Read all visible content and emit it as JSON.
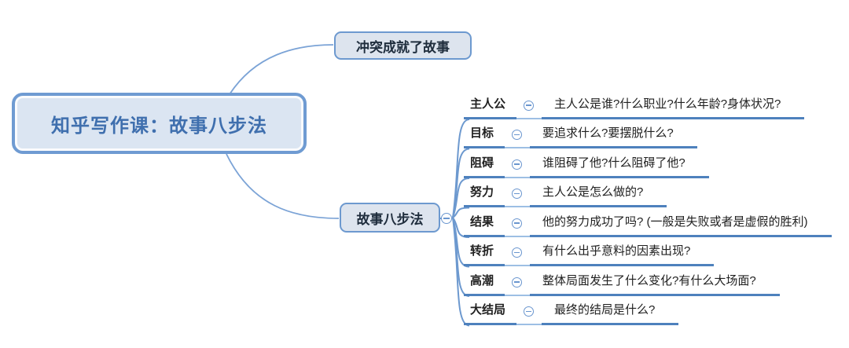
{
  "app": {
    "type": "mind-map"
  },
  "root": {
    "label": "知乎写作课：故事八步法"
  },
  "branches": {
    "conflict": {
      "label": "冲突成就了故事"
    },
    "steps": {
      "label": "故事八步法",
      "collapse_icon": "minus",
      "children": [
        {
          "label": "主人公",
          "question": "主人公是谁?什么职业?什么年龄?身体状况?"
        },
        {
          "label": "目标",
          "question": "要追求什么?要摆脱什么?"
        },
        {
          "label": "阻碍",
          "question": "谁阻碍了他?什么阻碍了他?"
        },
        {
          "label": "努力",
          "question": "主人公是怎么做的?"
        },
        {
          "label": "结果",
          "question": "他的努力成功了吗? (一般是失败或者是虚假的胜利)"
        },
        {
          "label": "转折",
          "question": "有什么出乎意料的因素出现?"
        },
        {
          "label": "高潮",
          "question": "整体局面发生了什么变化?有什么大场面?"
        },
        {
          "label": "大结局",
          "question": "最终的结局是什么?"
        }
      ]
    }
  },
  "colors": {
    "node_fill": "#dde4ee",
    "root_fill": "#dbe5f2",
    "node_border": "#6d99cf",
    "root_text": "#3f6fae",
    "topic_text": "#1f2d3d",
    "underline": "#4e81bd",
    "connector_thin": "#9dbfe4",
    "curve": "#7ba3d6"
  }
}
